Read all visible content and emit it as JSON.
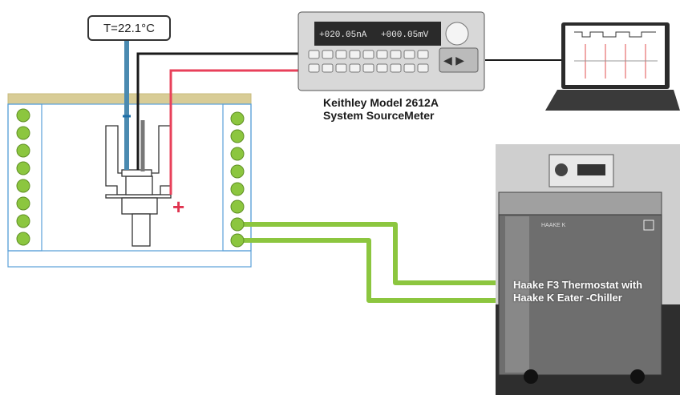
{
  "temperature_label": "T=22.1°C",
  "sourcemeter": {
    "label_line1": "Keithley Model 2612A",
    "label_line2": "System SourceMeter",
    "display_ch1": "+020.05nA",
    "display_ch2": "+000.05mV"
  },
  "chiller": {
    "label_line1": "Haake F3 Thermostat with",
    "label_line2": "Haake K Eater -Chiller",
    "brand_text": "HAAKE K"
  },
  "polarity": {
    "positive": "+",
    "negative": "-"
  },
  "colors": {
    "frame_outline": "#5aa0d8",
    "lid": "#d8cc96",
    "coolant_dot": "#8cc63f",
    "coolant_pipe": "#8cc63f",
    "positive_wire": "#e8405a",
    "negative_wire": "#1a1a1a",
    "probe": "#4a8ab0"
  }
}
